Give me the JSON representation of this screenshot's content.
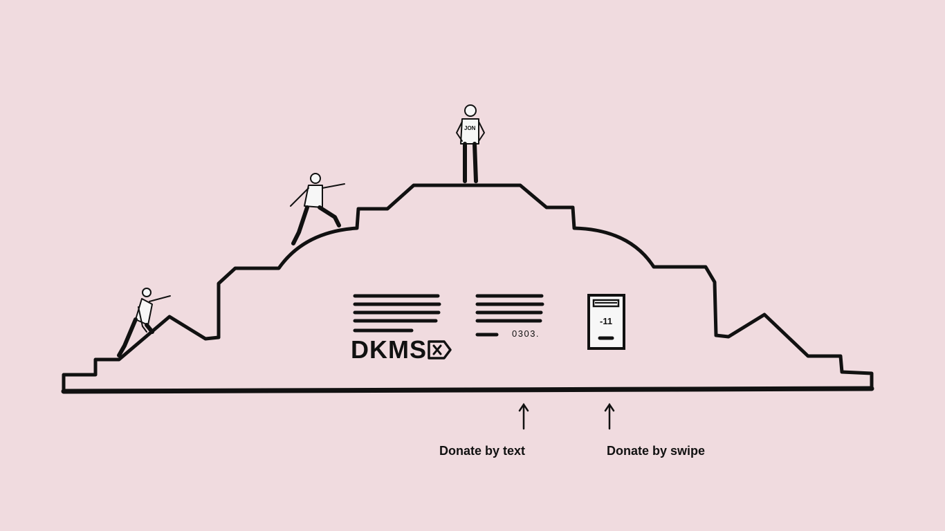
{
  "colors": {
    "background": "#f0dbdf",
    "ink": "#111111",
    "paper": "#f7f7f7"
  },
  "illustration": {
    "brand_logo": "DKMS",
    "brand_logo_icon": "x-box-icon",
    "code_number": "0303.",
    "card_value": "-11",
    "shirt_label": "JON"
  },
  "labels": {
    "donate_text": "Donate by text",
    "donate_swipe": "Donate by swipe"
  },
  "icons": {
    "arrow": "arrow-up-icon",
    "figure": "person-icon"
  }
}
